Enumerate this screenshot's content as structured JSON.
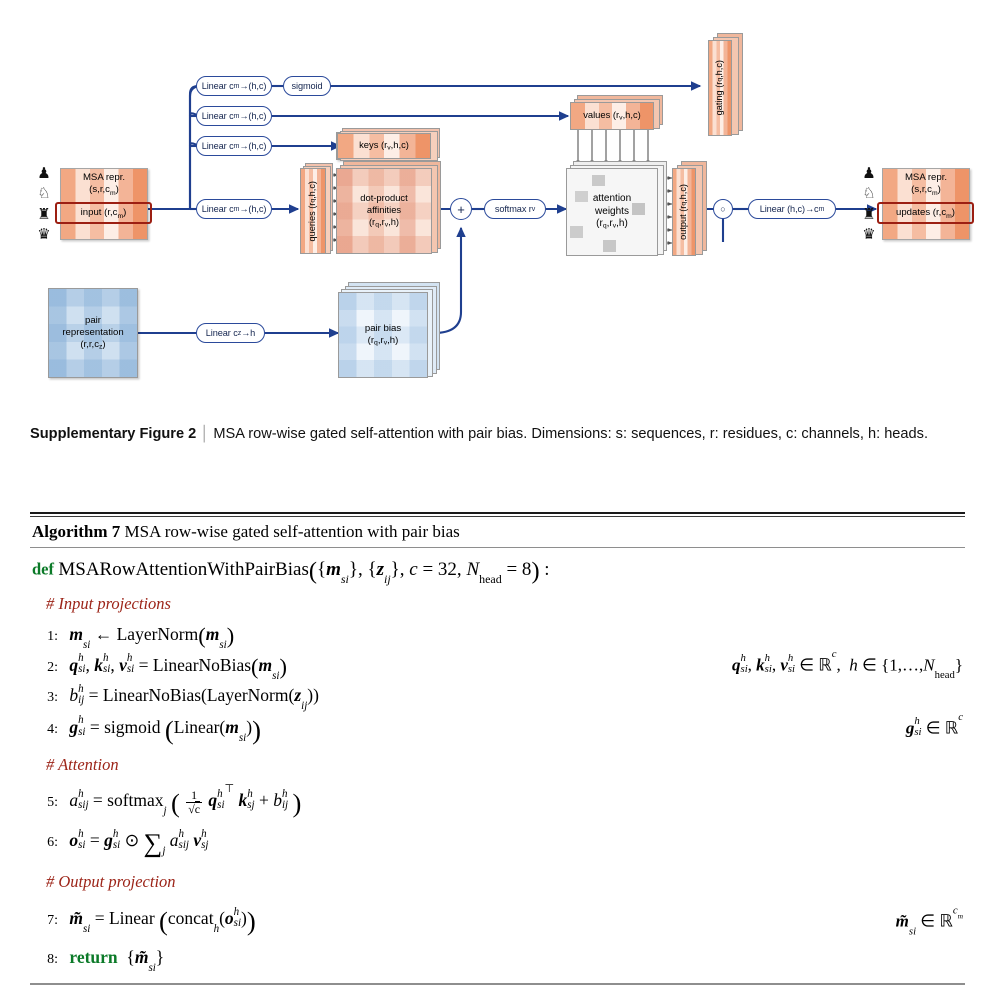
{
  "figure": {
    "nodes": {
      "msa_input": {
        "title": "MSA repr.",
        "dims": "(s,r,c",
        "dims_sub": "m",
        "dims_end": ")",
        "highlight": "input (r,c",
        "highlight_sub": "m",
        "highlight_end": ")"
      },
      "msa_output": {
        "title": "MSA repr.",
        "dims": "(s,r,c",
        "dims_sub": "m",
        "dims_end": ")",
        "highlight": "updates (r,c",
        "highlight_sub": "m",
        "highlight_end": ")"
      },
      "pair_representation": {
        "line1": "pair",
        "line2": "representation",
        "line3": "(r,r,c",
        "line3_sub": "z",
        "line3_end": ")"
      },
      "pair_bias": {
        "line1": "pair bias",
        "line2": "(r",
        "line2_sub1": "q",
        "line2_mid": ",r",
        "line2_sub2": "v",
        "line2_end": ",h)"
      },
      "keys": {
        "label": "keys (r",
        "sub": "v",
        "end": ",h,c)"
      },
      "queries": {
        "label": "queries (r",
        "sub": "q",
        "end": ",h,c)"
      },
      "values": {
        "label": "values (r",
        "sub": "v",
        "end": ",h,c)"
      },
      "gating": {
        "label": "gating (r",
        "sub": "q",
        "end": ",h,c)"
      },
      "output": {
        "label": "output (r",
        "sub": "q",
        "end": ",h,c)"
      },
      "dot_product": {
        "line1": "dot-product",
        "line2": "affinities",
        "line3": "(r",
        "line3_sub1": "q",
        "line3_mid": ",r",
        "line3_sub2": "v",
        "line3_end": ",h)"
      },
      "attention_weights": {
        "line1": "attention",
        "line2": "weights",
        "line3": "(r",
        "line3_sub1": "q",
        "line3_mid": ",r",
        "line3_sub2": "v",
        "line3_end": ",h)"
      }
    },
    "pills": {
      "linear_sigmoid": {
        "pre": "Linear c",
        "sub": "m",
        "post": "→(h,c)"
      },
      "linear_values": {
        "pre": "Linear c",
        "sub": "m",
        "post": "→(h,c)"
      },
      "linear_keys": {
        "pre": "Linear c",
        "sub": "m",
        "post": "→(h,c)"
      },
      "linear_queries": {
        "pre": "Linear c",
        "sub": "m",
        "post": "→(h,c)"
      },
      "sigmoid": {
        "label": "sigmoid"
      },
      "softmax": {
        "pre": "softmax r",
        "sub": "v",
        "post": ""
      },
      "linear_pair": {
        "pre": "Linear c",
        "sub": "z",
        "post": "→h"
      },
      "linear_out": {
        "pre": "Linear (h,c)→c",
        "sub": "m",
        "post": ""
      }
    },
    "operators": {
      "plus": "+",
      "hadamard": "○"
    },
    "colors": {
      "arrow": "#1f3f8f",
      "pill_border": "#2b4a9b",
      "highlight": "#9c1f12",
      "msa_accent": "#ee9468",
      "pair_accent": "#b9d2e9"
    }
  },
  "caption": {
    "label": "Supplementary Figure 2",
    "divider": "│",
    "text": "MSA row-wise gated self-attention with pair bias. Dimensions: s: sequences, r: residues, c: channels, h: heads."
  },
  "algorithm": {
    "title_bold": "Algorithm 7",
    "title_rest": "MSA row-wise gated self-attention with pair bias",
    "def_keyword": "def",
    "signature_name": "MSARowAttentionWithPairBias",
    "signature_args": "({m_si}, {z_ij}, c = 32, N_head = 8) :",
    "comments": {
      "input_projections": "# Input projections",
      "attention": "# Attention",
      "output_projection": "# Output projection"
    },
    "return_keyword": "return",
    "lines": [
      {
        "num": "1:",
        "rhs": ""
      },
      {
        "num": "2:",
        "rhs": "q_si^h, k_si^h, v_si^h ∈ R^c,  h ∈ {1,…,N_head}"
      },
      {
        "num": "3:",
        "rhs": ""
      },
      {
        "num": "4:",
        "rhs": "g_si^h ∈ R^c"
      },
      {
        "num": "5:",
        "rhs": ""
      },
      {
        "num": "6:",
        "rhs": ""
      },
      {
        "num": "7:",
        "rhs": "m̃_si ∈ R^{c_m}"
      },
      {
        "num": "8:",
        "rhs": ""
      }
    ],
    "constants": {
      "c": "32",
      "n_head": "8"
    }
  }
}
